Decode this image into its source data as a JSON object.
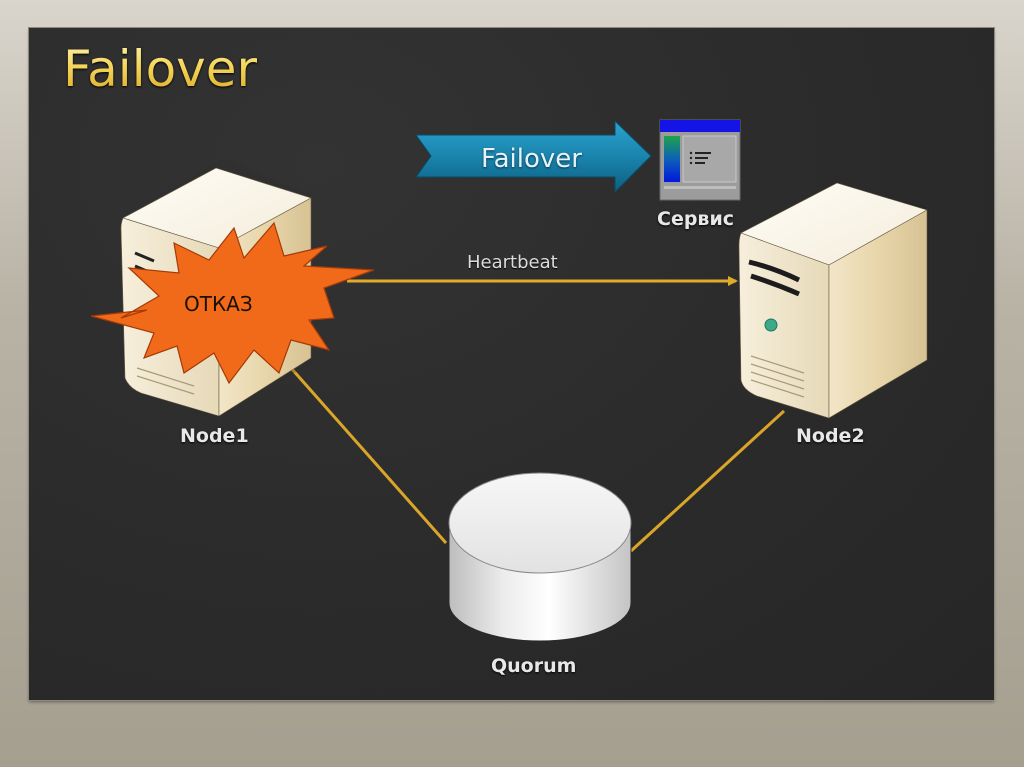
{
  "slide": {
    "title": "Failover",
    "failover_arrow_label": "Failover",
    "service_label": "Сервис",
    "heartbeat_label": "Heartbeat",
    "failure_badge": "ОТКАЗ",
    "nodes": [
      {
        "id": "node1",
        "label": "Node1",
        "state": "failed"
      },
      {
        "id": "node2",
        "label": "Node2",
        "state": "active"
      }
    ],
    "quorum_label": "Quorum",
    "connections": [
      {
        "from": "Node1",
        "to": "Node2",
        "label": "Heartbeat",
        "directed": true
      },
      {
        "from": "Node1",
        "to": "Quorum",
        "directed": false
      },
      {
        "from": "Node2",
        "to": "Quorum",
        "directed": false
      }
    ],
    "colors": {
      "title": "#f2cf52",
      "link": "#d9a62a",
      "arrow": "#1b86b0",
      "failure": "#f06a1a",
      "slide_bg": "#2b2b2b",
      "frame": "#b9b3a6"
    }
  }
}
